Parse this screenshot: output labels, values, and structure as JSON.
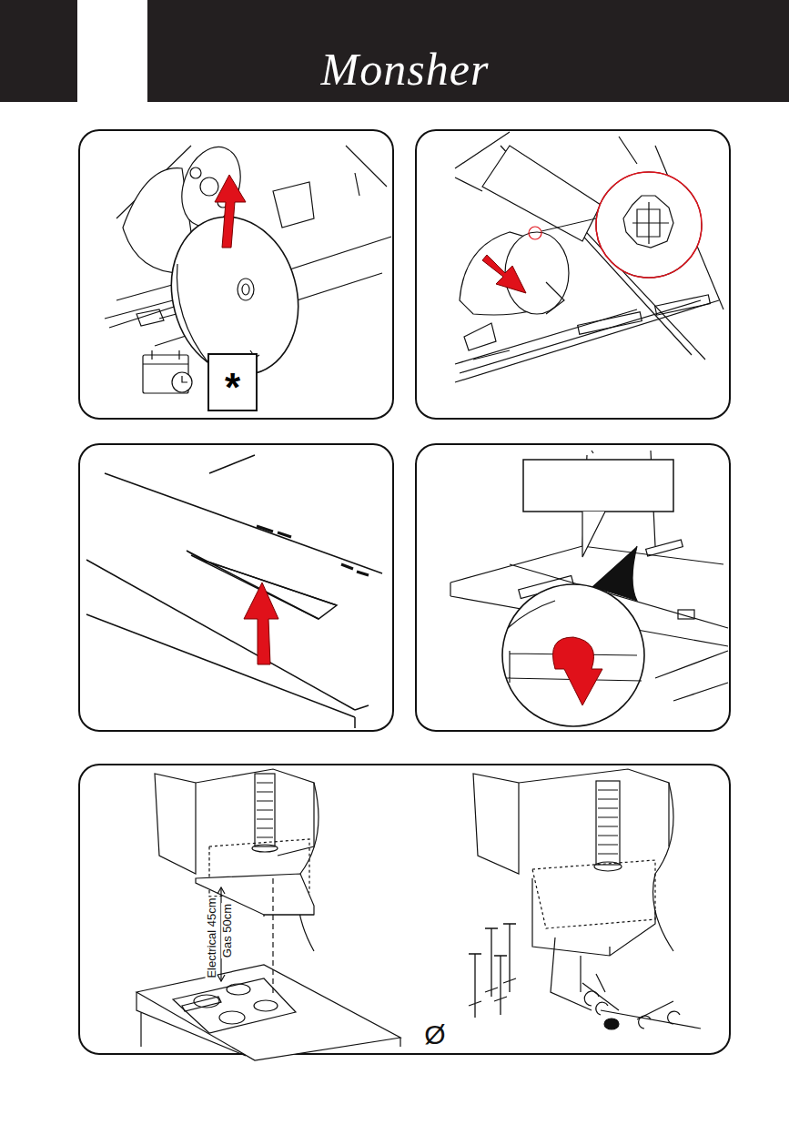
{
  "diagram": {
    "title": "Monsher",
    "nodes": [
      {
        "text": [
          "*"
        ]
      }
    ],
    "labels": [
      "Electrical 45cm",
      "Gas 50cm",
      "Ø"
    ]
  }
}
